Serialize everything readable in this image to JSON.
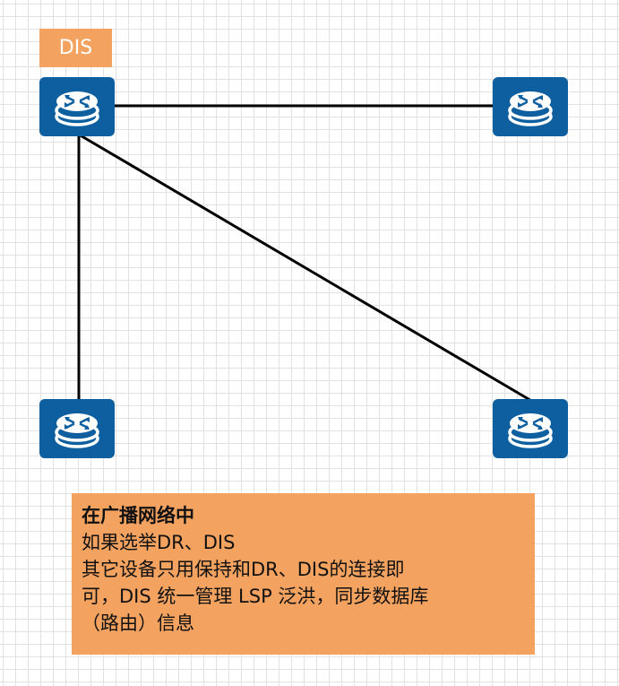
{
  "colors": {
    "router_fill": "#0d5f9f",
    "router_ring": "#ffffff",
    "link": "#000000",
    "label_bg": "#f4a260",
    "note_bg": "#f4a260",
    "grid": "#e2e2e2"
  },
  "nodes": [
    {
      "id": "r1",
      "icon": "router-icon",
      "role": "dis"
    },
    {
      "id": "r2",
      "icon": "router-icon"
    },
    {
      "id": "r3",
      "icon": "router-icon"
    },
    {
      "id": "r4",
      "icon": "router-icon"
    }
  ],
  "links": [
    {
      "from": "r1",
      "to": "r2"
    },
    {
      "from": "r1",
      "to": "r3"
    },
    {
      "from": "r1",
      "to": "r4"
    }
  ],
  "dis_label": "DIS",
  "note": {
    "title": "在广播网络中",
    "lines": [
      "如果选举DR、DIS",
      "其它设备只用保持和DR、DIS的连接即",
      "可，DIS 统一管理 LSP 泛洪，同步数据库",
      "（路由）信息"
    ]
  }
}
